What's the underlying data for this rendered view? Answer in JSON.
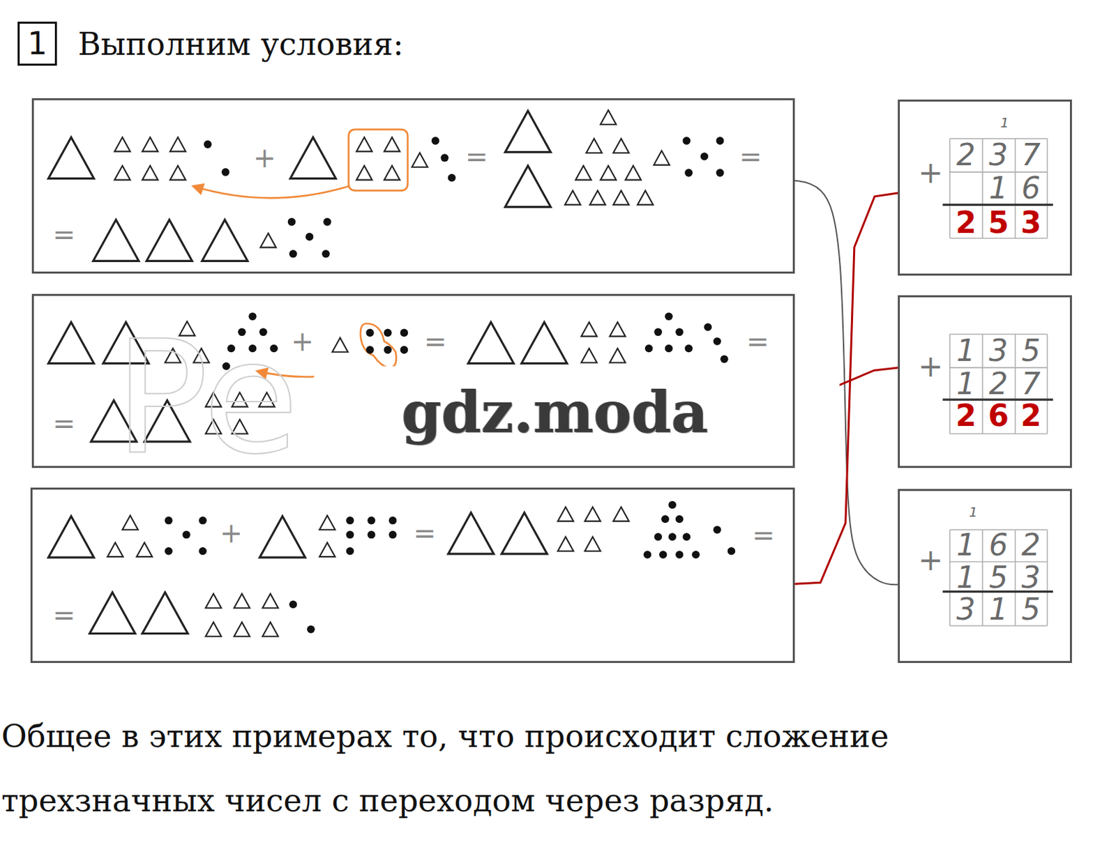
{
  "diagram": {
    "title": "Выполним условия:",
    "caption": "Общее в этих примерах то, что происходит сложение трехзначных чисел с переходом через разряд.",
    "nodes": [
      {
        "text": [
          "1"
        ]
      },
      {
        "text": [
          "+",
          "=",
          "=",
          "="
        ]
      },
      {
        "text": [
          "+",
          "1",
          "237",
          "16",
          "253"
        ]
      },
      {
        "text": [
          "+",
          "=",
          "=",
          "="
        ]
      },
      {
        "text": [
          "+",
          "135",
          "127",
          "262"
        ]
      },
      {
        "text": [
          "+",
          "=",
          "=",
          "="
        ]
      },
      {
        "text": [
          "+",
          "1",
          "162",
          "153",
          "315"
        ]
      }
    ],
    "edges": [
      {
        "from": 1,
        "to": 6,
        "arrow": "none"
      },
      {
        "from": 3,
        "to": 4,
        "arrow": "none"
      },
      {
        "from": 5,
        "to": 2,
        "arrow": "none"
      }
    ],
    "labels": [
      "gdz.moda",
      "Pe"
    ]
  }
}
